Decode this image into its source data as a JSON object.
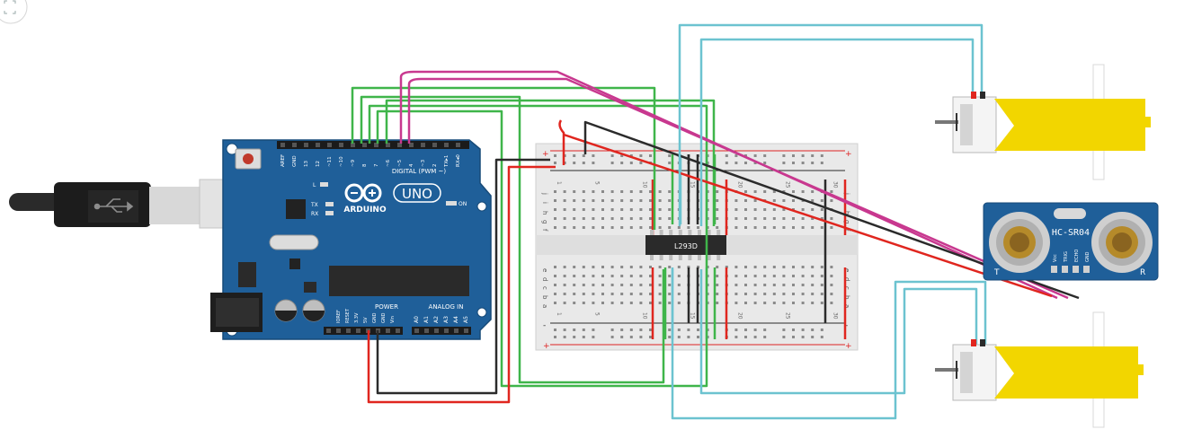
{
  "arduino": {
    "brand": "ARDUINO",
    "model": "UNO",
    "digital_header": "DIGITAL (PWM ~)",
    "digital_pins": [
      "AREF",
      "GND",
      "13",
      "12",
      "~11",
      "~10",
      "~9",
      "8",
      "7",
      "~6",
      "~5",
      "4",
      "~3",
      "2",
      "TX▸1",
      "RX◂0"
    ],
    "power_header": "POWER",
    "analog_header": "ANALOG IN",
    "power_pins": [
      "IOREF",
      "RESET",
      "3.3V",
      "5V",
      "GND",
      "GND",
      "Vin"
    ],
    "analog_pins": [
      "A0",
      "A1",
      "A2",
      "A3",
      "A4",
      "A5"
    ],
    "led_l": "L",
    "led_tx": "TX",
    "led_rx": "RX",
    "led_on": "ON"
  },
  "breadboard": {
    "top_row_letters": [
      "j",
      "i",
      "h",
      "g",
      "f"
    ],
    "bottom_row_letters": [
      "e",
      "d",
      "c",
      "b",
      "a"
    ],
    "column_numbers": [
      "1",
      "5",
      "10",
      "15",
      "20",
      "25",
      "30"
    ],
    "rail_plus": "+",
    "rail_minus": "-"
  },
  "ic": {
    "label": "L293D"
  },
  "ultrasonic": {
    "label": "HC-SR04",
    "pins": [
      "Vcc",
      "TRIG",
      "ECHO",
      "GND"
    ],
    "mark_left": "T",
    "mark_right": "R"
  },
  "colors": {
    "board_blue": "#1f5f99",
    "wire_green": "#3fb54a",
    "wire_magenta": "#c8388f",
    "wire_red": "#e0261f",
    "wire_black": "#2b2b2b",
    "wire_cyan": "#6cc3d0",
    "motor_yellow": "#f2d600"
  }
}
